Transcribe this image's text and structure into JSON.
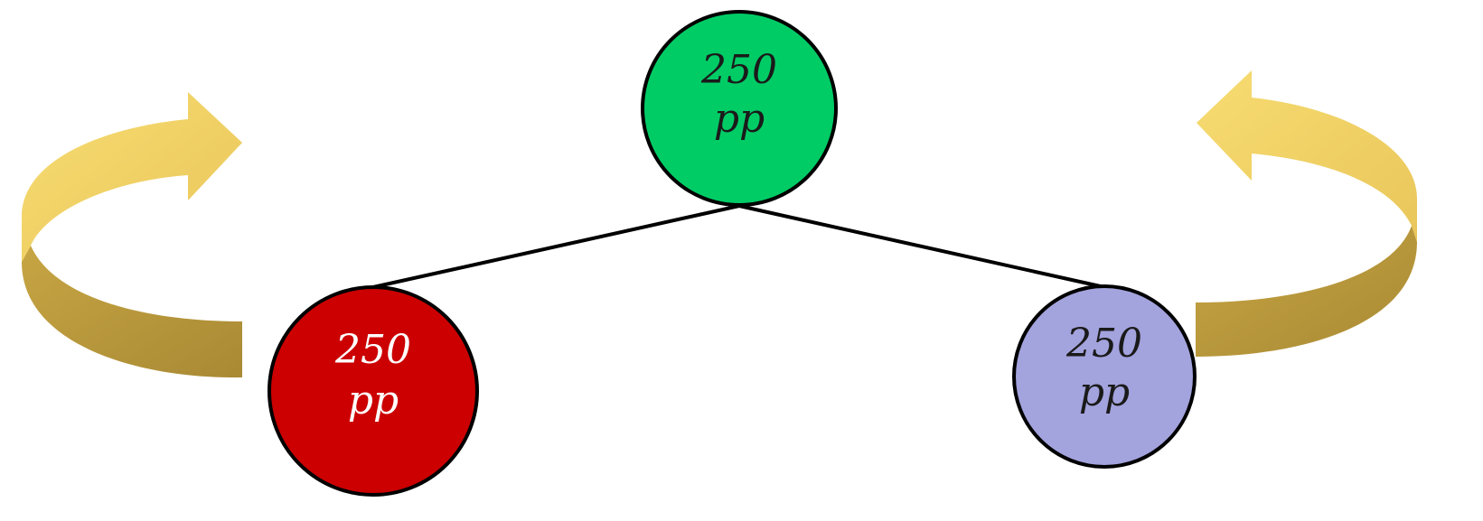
{
  "diagram": {
    "nodes": [
      {
        "id": "top",
        "value": "250",
        "unit": "pp",
        "fill": "#00CC66",
        "text_color": "#1a1a1a"
      },
      {
        "id": "left",
        "value": "250",
        "unit": "pp",
        "fill": "#CC0000",
        "text_color": "#ffffff"
      },
      {
        "id": "right",
        "value": "250",
        "unit": "pp",
        "fill": "#A3A3DE",
        "text_color": "#1a1a1a"
      }
    ],
    "edges": [
      {
        "from": "top",
        "to": "left"
      },
      {
        "from": "top",
        "to": "right"
      }
    ],
    "arrows": [
      {
        "id": "left-cycle-arrow",
        "direction": "clockwise"
      },
      {
        "id": "right-cycle-arrow",
        "direction": "counterclockwise"
      }
    ],
    "colors": {
      "arrow_light": "#F5D76E",
      "arrow_dark": "#B8973A",
      "line": "#000000"
    }
  }
}
